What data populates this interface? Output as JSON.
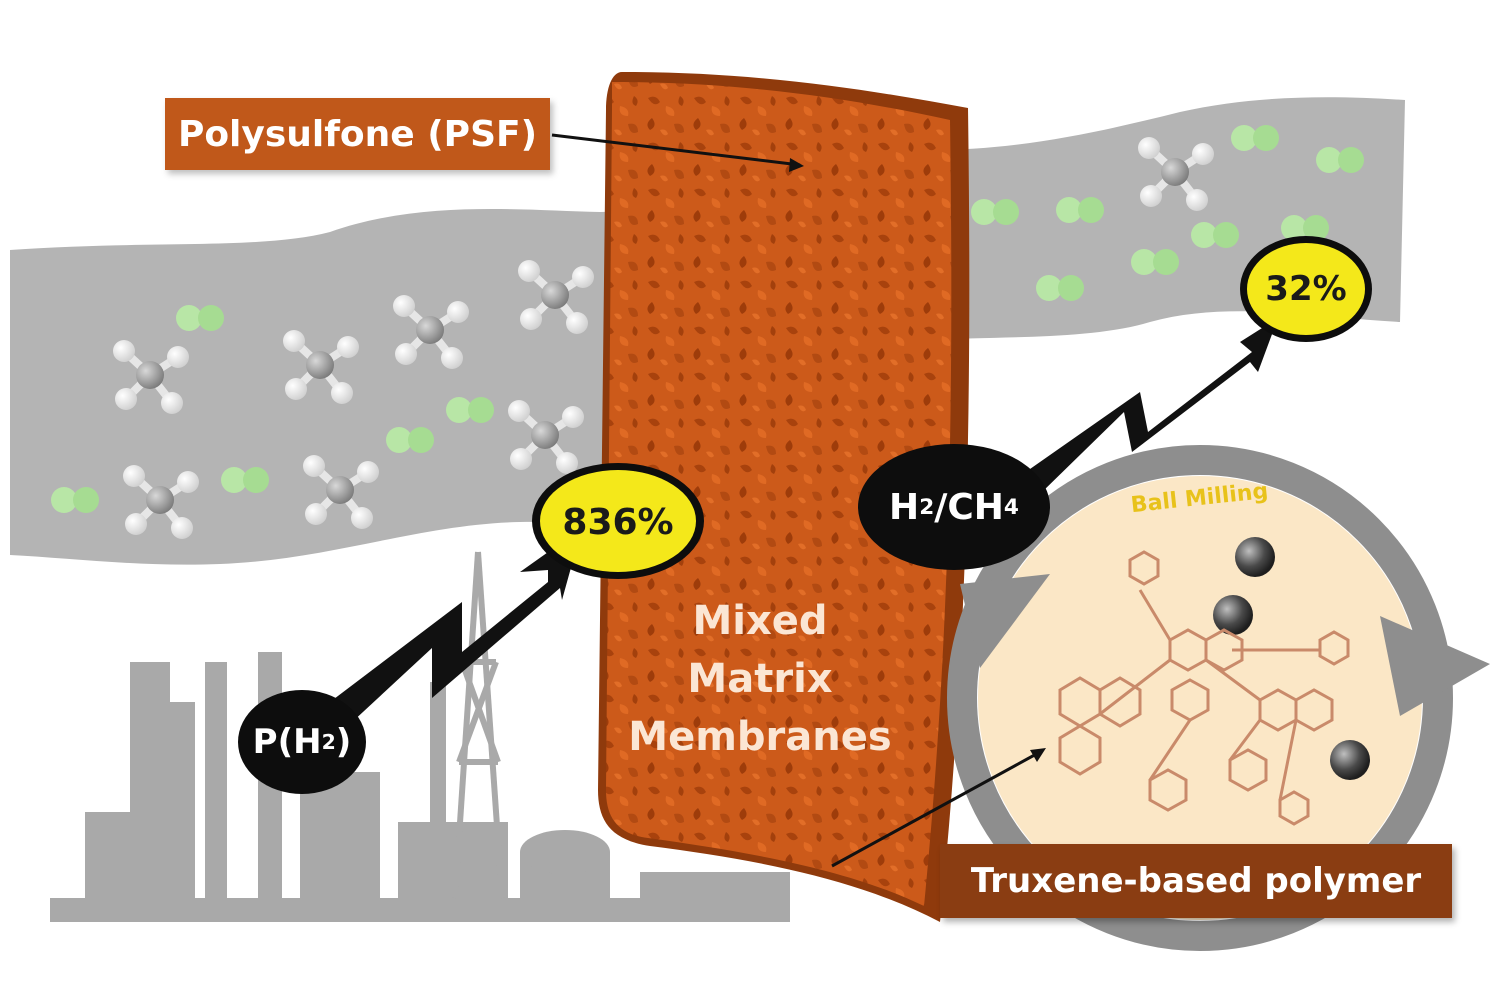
{
  "labels": {
    "psf": "Polysulfone (PSF)",
    "truxene": "Truxene-based polymer",
    "mmm_line1": "Mixed",
    "mmm_line2": "Matrix",
    "mmm_line3": "Membranes",
    "ball_milling": "Ball Milling"
  },
  "badges": {
    "permeability_increase": "836%",
    "selectivity_increase": "32%",
    "permeability_base": "P(H",
    "permeability_sub": "2",
    "permeability_close": ")",
    "selectivity_h": "H",
    "selectivity_sub1": "2",
    "selectivity_mid": "/CH",
    "selectivity_sub2": "4"
  },
  "colors": {
    "membrane": "#c6561a",
    "membrane_dark": "#8f3a0c",
    "label_box": "#c0581a",
    "truxene_box": "#8a3d12",
    "badge_yellow": "#f4e81a",
    "badge_black": "#0d0d0d",
    "gas_band": "#b4b4b4",
    "hydrogen_green": "#b8e6a6",
    "refinery_gray": "#a9a9a9",
    "arrow_black": "#111111"
  },
  "icons": {
    "hydrogen": "h2-molecule-icon",
    "methane": "ch4-molecule-icon",
    "refinery": "refinery-silhouette-icon",
    "ball_mill": "ball-mill-icon"
  }
}
